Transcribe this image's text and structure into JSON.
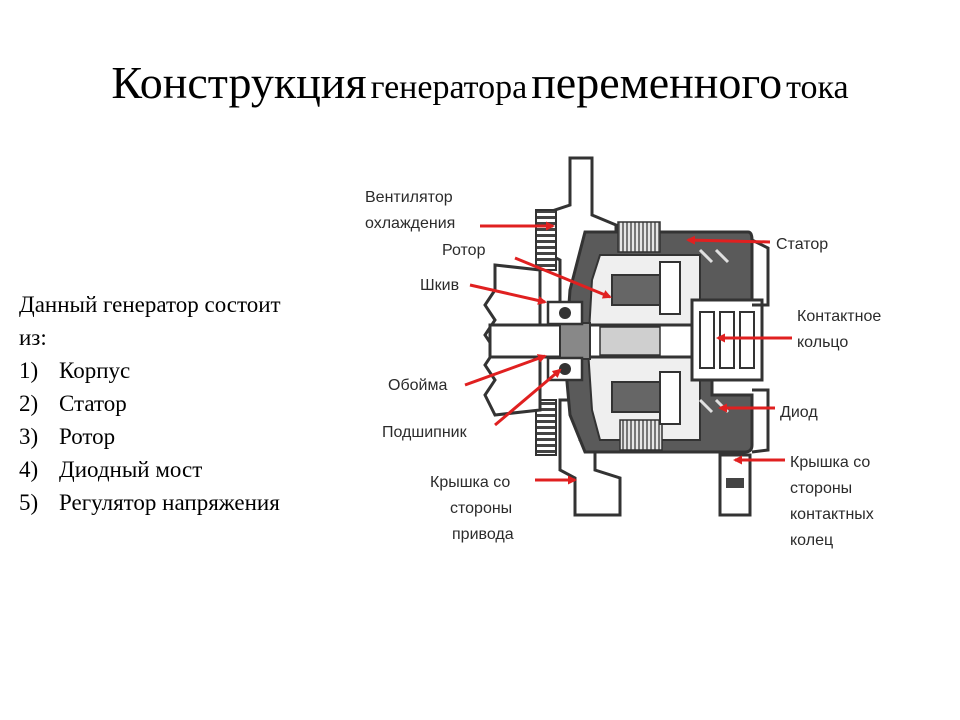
{
  "title": {
    "word1": "Конструкция",
    "word2": "генератора",
    "word3": "переменного",
    "word4": "тока"
  },
  "intro": {
    "line1": "Данный генератор состоит",
    "line2": "из:",
    "items": [
      {
        "num": "1)",
        "text": "Корпус"
      },
      {
        "num": "2)",
        "text": "Статор"
      },
      {
        "num": "3)",
        "text": "Ротор"
      },
      {
        "num": "4)",
        "text": "Диодный мост"
      },
      {
        "num": "5)",
        "text": "Регулятор напряжения"
      }
    ]
  },
  "labels": {
    "fan_1": "Вентилятор",
    "fan_2": "охлаждения",
    "rotor": "Ротор",
    "pulley": "Шкив",
    "cage": "Обойма",
    "bearing": "Подшипник",
    "drive_cover_1": "Крышка со",
    "drive_cover_2": "стороны",
    "drive_cover_3": "привода",
    "stator": "Статор",
    "slip_ring_1": "Контактное",
    "slip_ring_2": "кольцо",
    "diode": "Диод",
    "slip_cover_1": "Крышка со",
    "slip_cover_2": "стороны",
    "slip_cover_3": "контактных",
    "slip_cover_4": "колец"
  },
  "colors": {
    "arrow": "#e02020",
    "housing": "#555555",
    "outline": "#333333"
  }
}
